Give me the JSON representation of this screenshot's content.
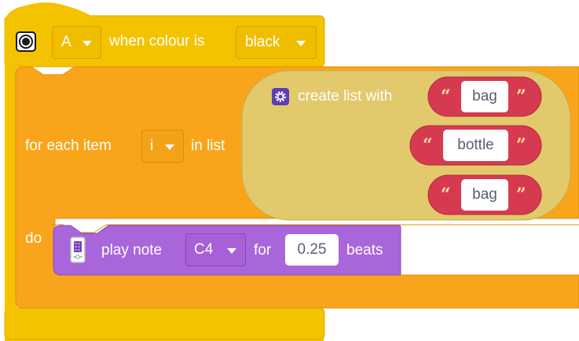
{
  "hat_block": {
    "port": "A",
    "condition_label": "when colour is",
    "colour": "black"
  },
  "loop_block": {
    "for_each_label": "for each item",
    "variable": "i",
    "in_list_label": "in list",
    "do_label": "do"
  },
  "list_block": {
    "label": "create list with",
    "items": [
      "bag",
      "bottle",
      "bag"
    ],
    "open_quote": "“",
    "close_quote": "”"
  },
  "play_block": {
    "label": "play note",
    "note": "C4",
    "for_label": "for",
    "duration": "0.25",
    "beats_label": "beats"
  },
  "colors": {
    "hat": "#f3c300",
    "loop": "#f8a51b",
    "list_bg": "#e1c96c",
    "string": "#d63a50",
    "music": "#a966da"
  },
  "icons": [
    "color-sensor-icon",
    "gear-icon",
    "speaker-icon"
  ]
}
